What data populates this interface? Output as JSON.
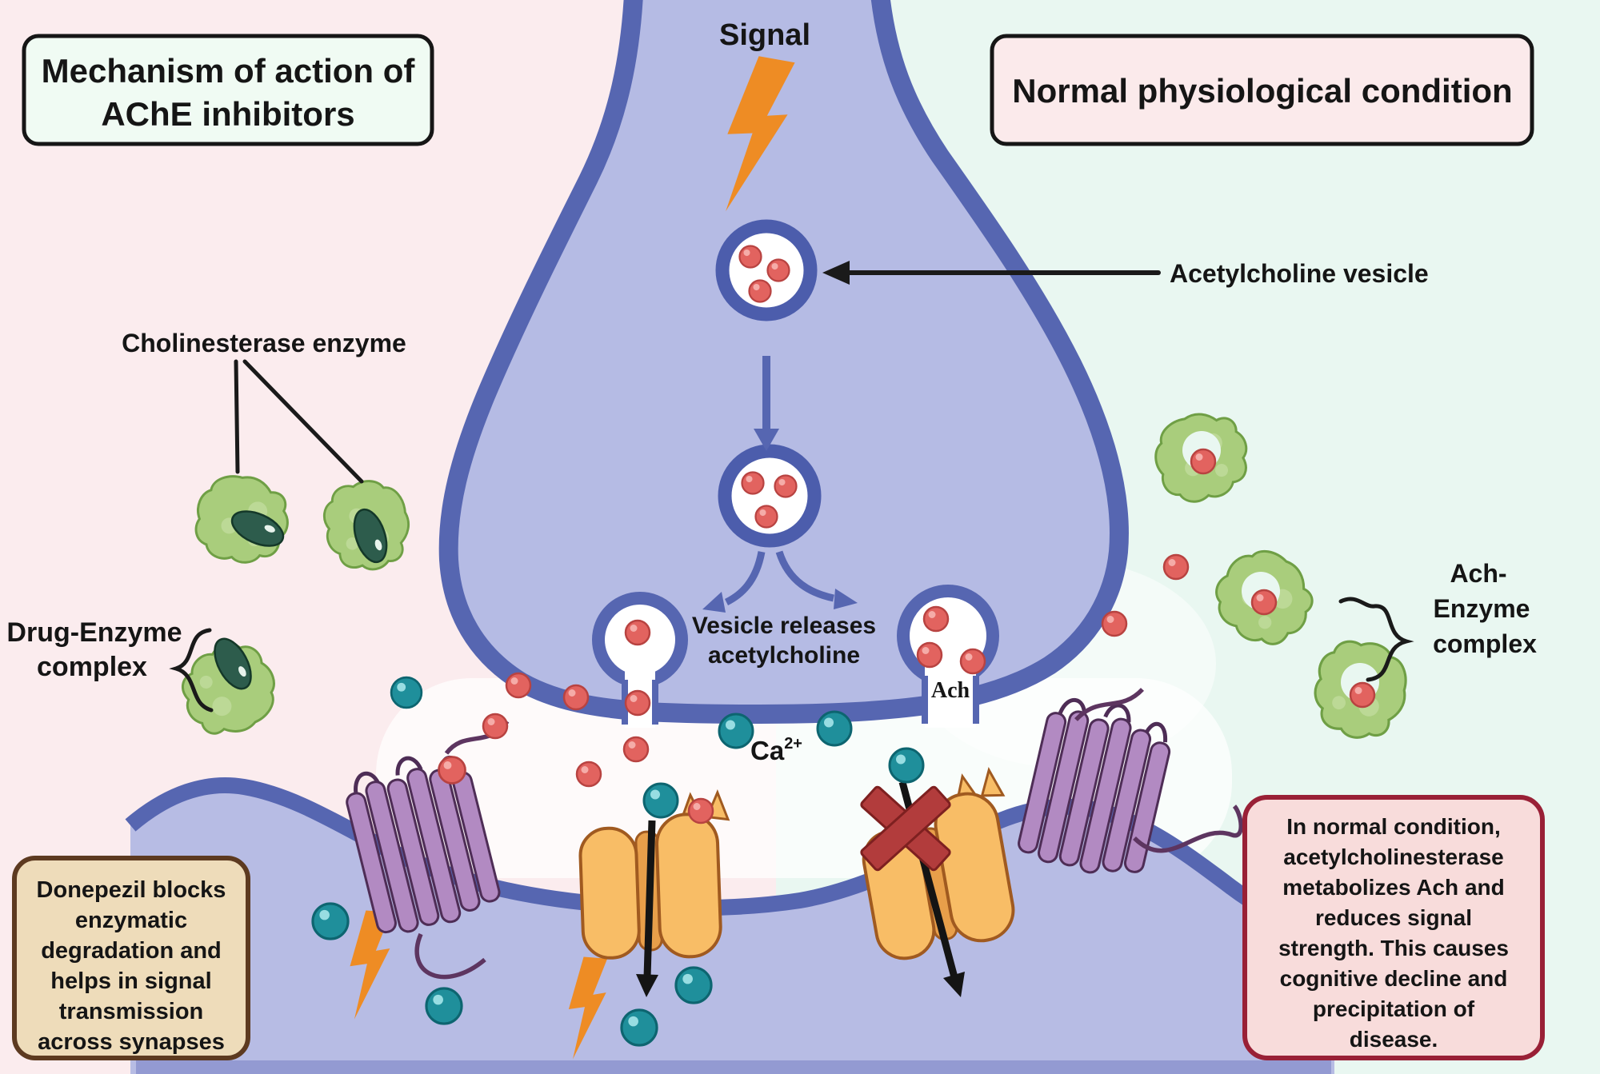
{
  "title_boxes": {
    "left": {
      "lines": [
        "Mechanism of action of",
        "AChE inhibitors"
      ]
    },
    "right": {
      "lines": [
        "Normal physiological condition"
      ]
    }
  },
  "labels": {
    "signal": "Signal",
    "acetylcholine_vesicle": "Acetylcholine vesicle",
    "cholinesterase_enzyme": "Cholinesterase enzyme",
    "drug_enzyme_complex": {
      "lines": [
        "Drug-Enzyme",
        "complex"
      ]
    },
    "vesicle_releases": {
      "lines": [
        "Vesicle releases",
        "acetylcholine"
      ]
    },
    "ach": "Ach",
    "calcium": {
      "base": "Ca",
      "superscript": "2+"
    },
    "ach_enzyme_complex": {
      "lines": [
        "Ach-",
        "Enzyme",
        "complex"
      ]
    }
  },
  "callouts": {
    "donepezil": {
      "lines": [
        "Donepezil blocks",
        "enzymatic",
        "degradation and",
        "helps in signal",
        "transmission",
        "across synapses"
      ]
    },
    "normal_condition": {
      "lines": [
        "In normal condition,",
        "acetylcholinesterase",
        "metabolizes Ach and",
        "reduces signal",
        "strength. This causes",
        "cognitive decline and",
        "precipitation of",
        "disease."
      ]
    }
  },
  "colors": {
    "background_left_pink": "#fbecee",
    "background_right_mint": "#e9f7f1",
    "neuron_fill": "#b5bbe4",
    "membrane_border": "#5666b1",
    "acetylcholine_red": "#e2635f",
    "calcium_teal": "#1f8f9b",
    "enzyme_green": "#a9cd7c",
    "drug_dark_green": "#2d5c4c",
    "receptor_purple": "#b28ac2",
    "channel_orange": "#f8bd66",
    "lightning_orange": "#ee8c24",
    "block_x_red": "#b23c3c",
    "donepezil_box_fill": "#eedcba",
    "donepezil_box_border": "#5d3a20",
    "normal_box_fill": "#f8dcdb",
    "normal_box_border": "#992036",
    "title_left_fill": "#f0fbf3",
    "title_right_fill": "#fbeaeb"
  }
}
